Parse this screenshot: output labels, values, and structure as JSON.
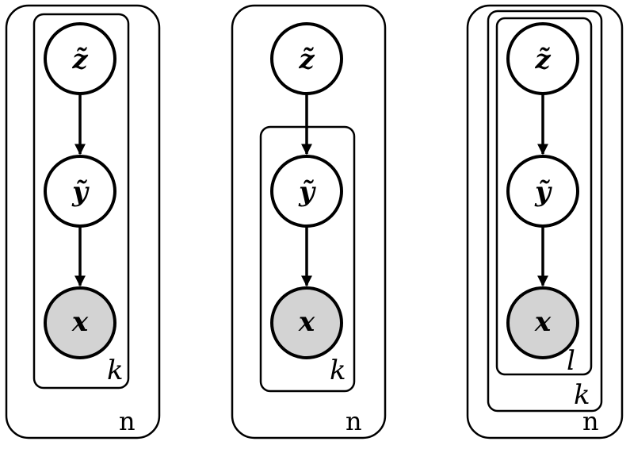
{
  "colors": {
    "observed_fill": "#d3d3d3",
    "latent_fill": "#ffffff",
    "stroke": "#000000"
  },
  "models": [
    {
      "nodes": {
        "z": "z̃",
        "y": "ỹ",
        "x": "x"
      },
      "plates": {
        "inner": "k",
        "outer": "n"
      }
    },
    {
      "nodes": {
        "z": "z̃",
        "y": "ỹ",
        "x": "x"
      },
      "plates": {
        "inner": "k",
        "outer": "n"
      }
    },
    {
      "nodes": {
        "z": "z̃",
        "y": "ỹ",
        "x": "x"
      },
      "plates": {
        "innermost": "l",
        "inner": "k",
        "outer": "n"
      }
    }
  ]
}
